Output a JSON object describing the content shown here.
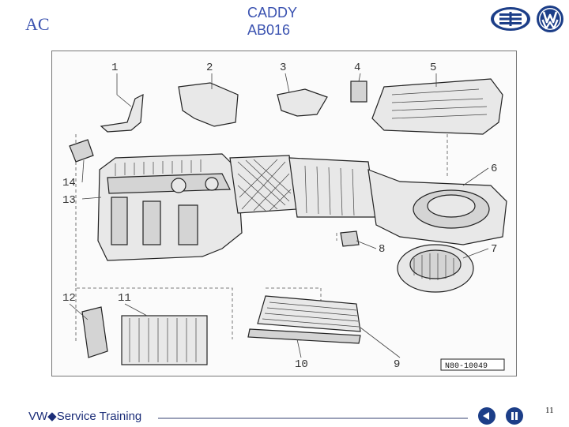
{
  "header": {
    "section_label": "AC",
    "title_line1": "CADDY",
    "title_line2": "AB016"
  },
  "figure": {
    "callouts": [
      "1",
      "2",
      "3",
      "4",
      "5",
      "6",
      "7",
      "8",
      "9",
      "10",
      "11",
      "12",
      "13",
      "14"
    ],
    "drawing_code": "N80-10049"
  },
  "footer": {
    "brand_text": "VW◆Service Training",
    "page_number": "11"
  },
  "icons": {
    "prev": "triangle-left-icon",
    "pause": "pause-icon",
    "logo_a": "faw-logo-icon",
    "logo_b": "vw-logo-icon"
  },
  "colors": {
    "title": "#3a52b0",
    "nav": "#1c3e88"
  }
}
